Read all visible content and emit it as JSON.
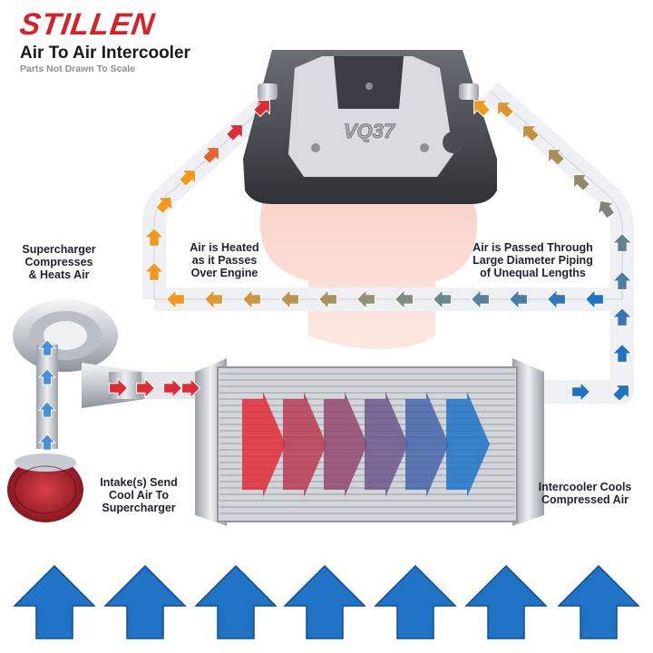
{
  "header": {
    "logo": "STILLEN",
    "title": "Air To Air Intercooler",
    "subtitle": "Parts Not Drawn To Scale"
  },
  "engine": {
    "badge": "VQ37"
  },
  "labels": {
    "supercharger": "Supercharger\nCompresses\n& Heats Air",
    "heated": "Air is Heated\nas it Passes\nOver Engine",
    "passed": "Air is Passed Through\nLarge Diameter Piping\nof Unequal Lengths",
    "intake": "Intake(s) Send\nCool Air To\nSupercharger",
    "intercooler": "Intercooler Cools\nCompressed Air"
  },
  "colors": {
    "brand_red": "#d4212c",
    "hot": "#e02b36",
    "warm": "#f39a1e",
    "cool": "#1f72c4",
    "pipe": "#eef0f3"
  },
  "icons": {
    "ambient_arrow": "up-arrow-icon",
    "flow_arrow": "chevron-arrow-icon"
  }
}
